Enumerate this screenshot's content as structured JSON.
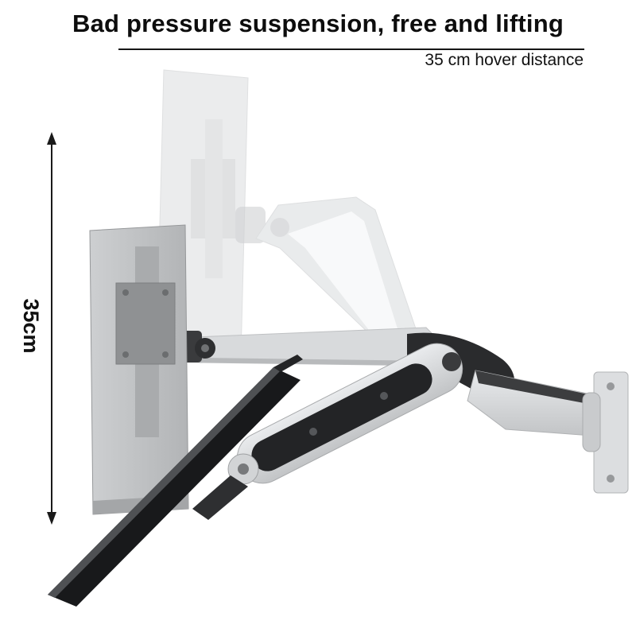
{
  "header": {
    "title": "Bad pressure suspension, free and lifting",
    "subtitle": "35 cm hover distance"
  },
  "measurement": {
    "label": "35cm"
  },
  "figure": {
    "elements": [
      "ghost-monitor",
      "ghost-arm",
      "middle-arm-plate",
      "monitor",
      "elbow-joint",
      "wall-arm-segment",
      "wall-mount-plate",
      "gas-spring-arm",
      "keyboard-tray",
      "measurement-arrow"
    ]
  },
  "colors": {
    "text": "#111111",
    "arm_silver": "#d3d5d7",
    "arm_black": "#2a2b2d",
    "monitor_gray": "#c0c2c4",
    "ghost_gray": "#dcdee0",
    "tray_black": "#18191b"
  }
}
